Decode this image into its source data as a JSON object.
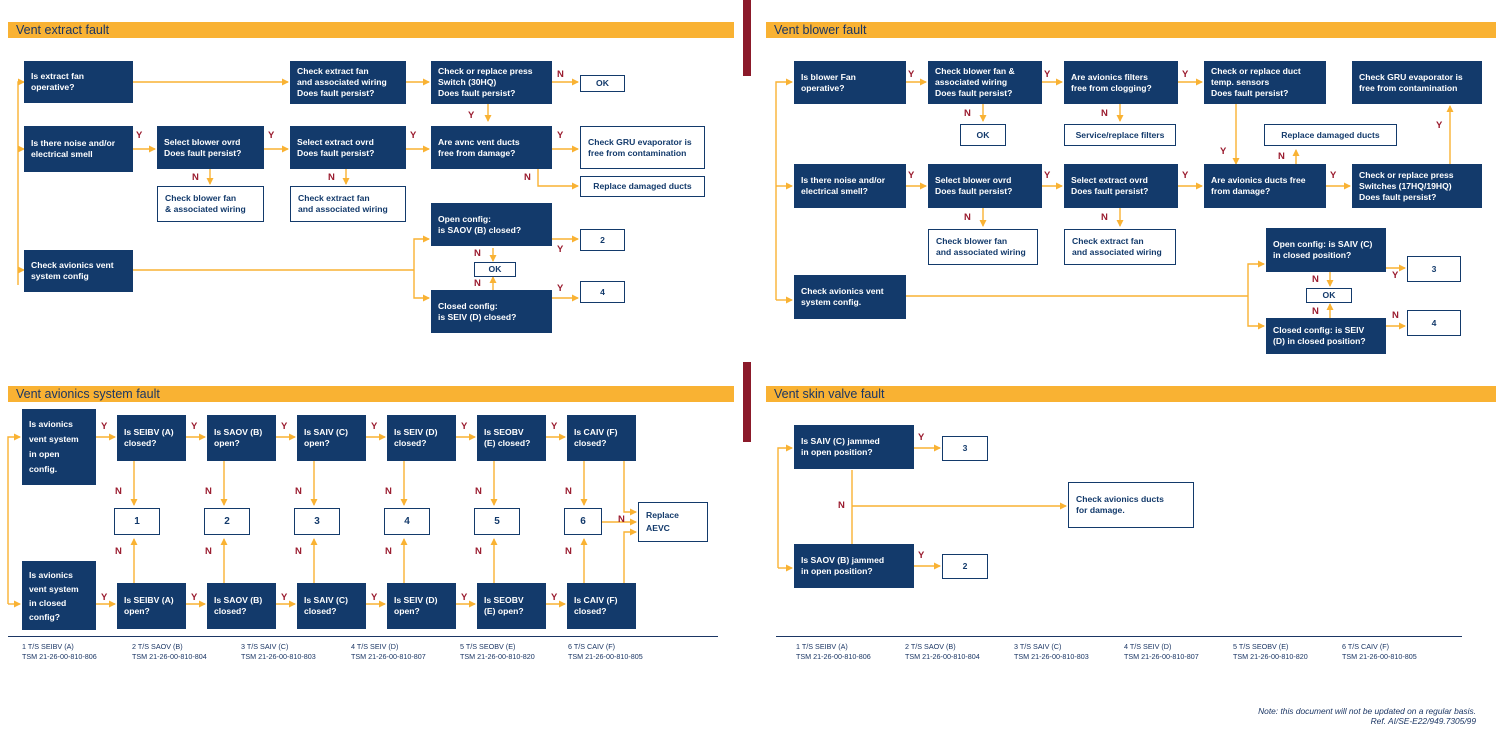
{
  "headers": {
    "extract": "Vent extract fault",
    "blower": "Vent blower fault",
    "avionics": "Vent avionics system fault",
    "skin": "Vent skin valve fault"
  },
  "labels": {
    "yes": "Y",
    "no": "N"
  },
  "extract": {
    "q_fan": "Is extract fan\noperative?",
    "q_noise": "Is there noise and/or\nelectrical smell",
    "check_config": "Check avionics vent\nsystem config",
    "check_fan_wiring": "Check extract fan\nand associated wiring\nDoes fault persist?",
    "press_switch": "Check or replace press\nSwitch (30HQ)\nDoes fault persist?",
    "ok_top": "OK",
    "select_blower": "Select blower ovrd\nDoes fault persist?",
    "select_extract": "Select extract ovrd\nDoes fault persist?",
    "avnc_ducts": "Are avnc vent ducts\nfree from damage?",
    "gru_evap": "Check GRU evaporator is\nfree from contamination",
    "replace_ducts": "Replace damaged ducts",
    "chk_blower_wiring": "Check blower fan\n& associated wiring",
    "chk_extract_wiring": "Check extract fan\nand associated wiring",
    "open_config": "Open config:\nis SAOV (B) closed?",
    "closed_config": "Closed config:\nis SEIV (D) closed?",
    "ok_mid": "OK",
    "ref2": "2",
    "ref4": "4"
  },
  "blower": {
    "q_fan": "Is blower Fan\noperative?",
    "chk_fan_wiring": "Check blower fan &\nassociated wiring\nDoes fault persist?",
    "filters": "Are avionics filters\nfree from clogging?",
    "temp_sensors": "Check or replace duct\ntemp. sensors\nDoes fault persist?",
    "gru_evap": "Check GRU evaporator is\nfree from contamination",
    "ok": "OK",
    "service_filters": "Service/replace filters",
    "replace_ducts": "Replace damaged ducts",
    "q_noise": "Is there noise and/or\nelectrical smell?",
    "select_blower": "Select blower ovrd\nDoes fault persist?",
    "select_extract": "Select extract ovrd\nDoes fault persist?",
    "ducts_free": "Are avionics ducts free\nfrom damage?",
    "press_switches": "Check or replace press\nSwitches (17HQ/19HQ)\nDoes fault persist?",
    "chk_blower_wiring": "Check blower fan\nand associated wiring",
    "chk_extract_wiring": "Check extract fan\nand associated wiring",
    "check_config": "Check avionics vent\nsystem config.",
    "open_config": "Open config: is SAIV (C)\nin closed position?",
    "closed_config": "Closed config: is SEIV\n(D) in closed position?",
    "ok_mid": "OK",
    "ref3": "3",
    "ref4": "4"
  },
  "avionics": {
    "q_open": "Is avionics\nvent system\nin open\nconfig.",
    "q_closed": "Is avionics\nvent system\nin closed\nconfig?",
    "top": [
      "Is SEIBV (A)\nclosed?",
      "Is SAOV (B)\nopen?",
      "Is SAIV (C)\nopen?",
      "Is SEIV (D)\nclosed?",
      "Is SEOBV\n(E) closed?",
      "Is CAIV (F)\nclosed?"
    ],
    "bottom": [
      "Is SEIBV (A)\nopen?",
      "Is SAOV (B)\nclosed?",
      "Is SAIV (C)\nclosed?",
      "Is SEIV (D)\nopen?",
      "Is SEOBV\n(E) open?",
      "Is CAIV (F)\nclosed?"
    ],
    "refs": [
      "1",
      "2",
      "3",
      "4",
      "5",
      "6"
    ],
    "replace": "Replace\nAEVC"
  },
  "skin": {
    "q_saiv": "Is SAIV (C) jammed\nin open position?",
    "q_saov": "Is SAOV (B) jammed\nin open position?",
    "chk_ducts": "Check avionics ducts\nfor damage.",
    "ref3": "3",
    "ref2": "2"
  },
  "footnotes": [
    "1  T/S SEIBV (A)\n     TSM 21-26-00-810-806",
    "2  T/S SAOV (B)\n     TSM 21-26-00-810-804",
    "3  T/S SAIV (C)\n     TSM 21-26-00-810-803",
    "4  T/S SEIV (D)\n     TSM 21-26-00-810-807",
    "5  T/S SEOBV (E)\n     TSM 21-26-00-810-820",
    "6  T/S CAIV (F)\n     TSM 21-26-00-810-805"
  ],
  "note": {
    "line1": "Note: this document will not be updated on a regular basis.",
    "line2": "Ref. AI/SE-E22/949.7305/99"
  }
}
